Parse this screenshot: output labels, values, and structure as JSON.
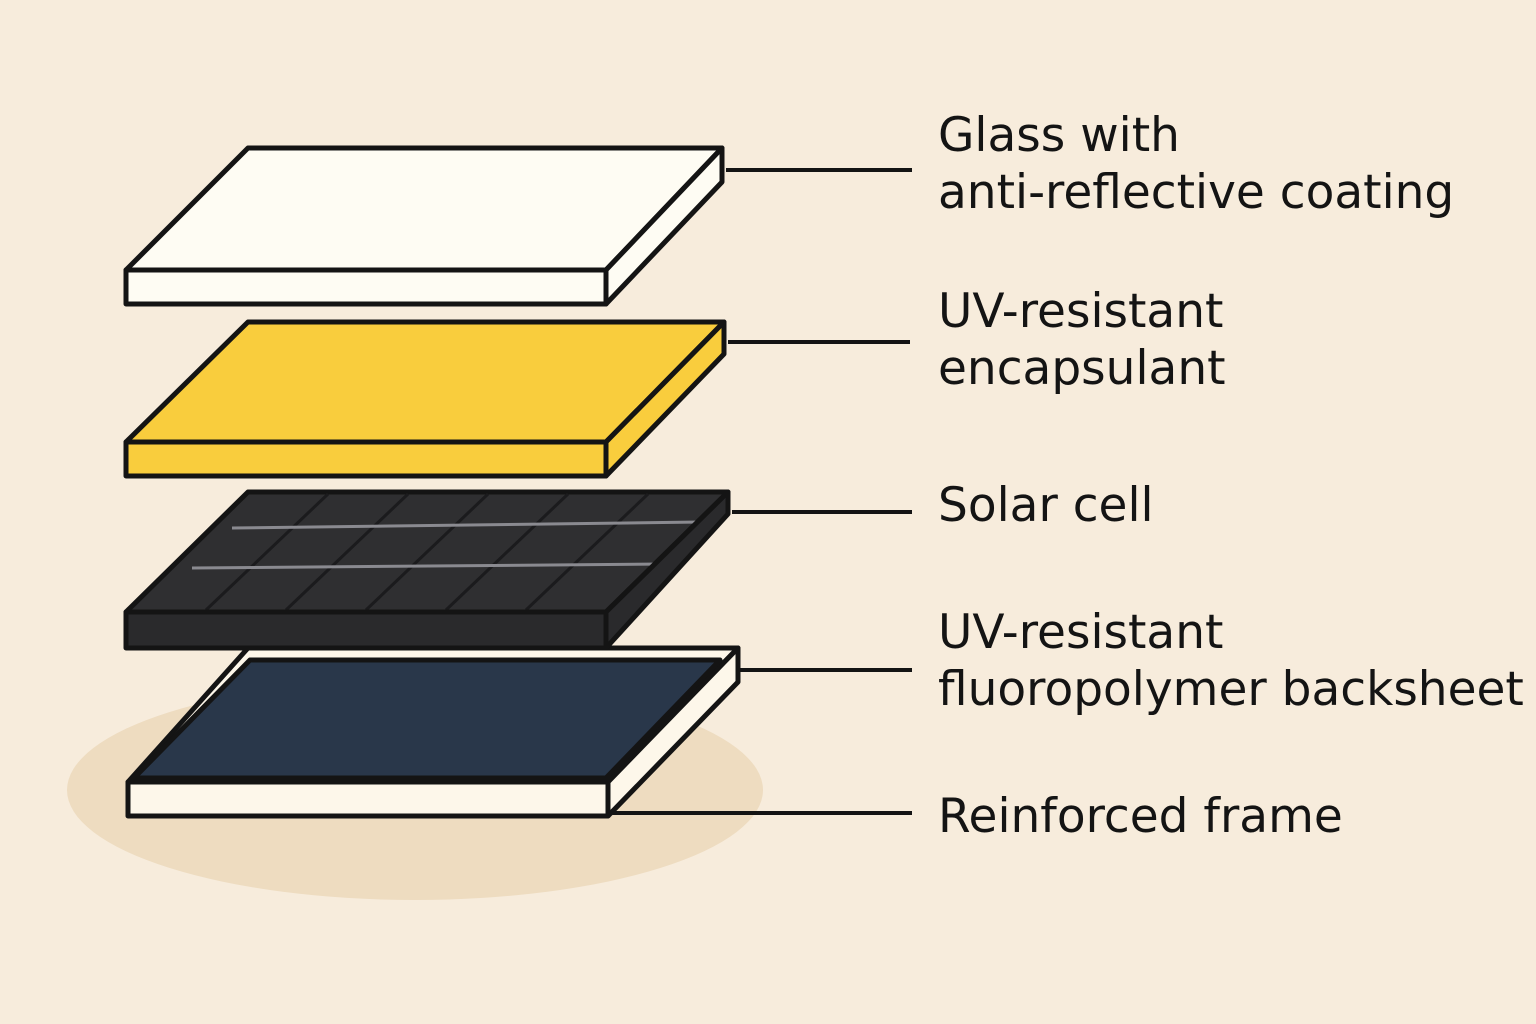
{
  "layers": [
    {
      "id": "glass",
      "label_lines": [
        "Glass with",
        "anti-reflective coating"
      ],
      "color": "#fefcf3"
    },
    {
      "id": "encapsulant",
      "label_lines": [
        "UV-resistant",
        "encapsulant"
      ],
      "color": "#f9cd3d"
    },
    {
      "id": "solar_cell",
      "label_lines": [
        "Solar cell"
      ],
      "color": "#2f2f31"
    },
    {
      "id": "backsheet",
      "label_lines": [
        "UV-resistant",
        "fluoropolymer backsheet"
      ],
      "color": "#29374a"
    },
    {
      "id": "frame",
      "label_lines": [
        "Reinforced frame"
      ],
      "color": "#fdf7ea"
    }
  ],
  "colors": {
    "background": "#f7ecdc",
    "shadow": "#eedcc0",
    "outline": "#141414",
    "cell_grid": "#1b1b1d",
    "cell_busbar": "#8a8a90"
  }
}
